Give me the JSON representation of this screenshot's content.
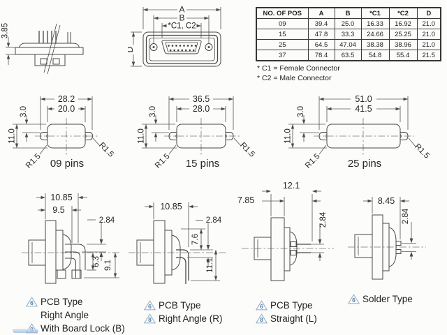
{
  "page": {
    "bg": "#fcfcfb",
    "line_color": "#474747",
    "accent_blue": "#4d7fae"
  },
  "side_view": {
    "flange_thickness": "3.85"
  },
  "front_view": {
    "dim_a": "A",
    "dim_b": "B",
    "dim_c1c2": "*C1, C2",
    "dim_d": "D"
  },
  "spec_table": {
    "headers": [
      "NO. OF POS",
      "A",
      "B",
      "*C1",
      "*C2",
      "D"
    ],
    "rows": [
      [
        "09",
        "39.4",
        "25.0",
        "16.33",
        "16.92",
        "21.0"
      ],
      [
        "15",
        "47.8",
        "33.3",
        "24.66",
        "25.25",
        "21.0"
      ],
      [
        "25",
        "64.5",
        "47.04",
        "38.38",
        "38.96",
        "21.0"
      ],
      [
        "37",
        "78.4",
        "63.5",
        "54.8",
        "55.4",
        "21.5"
      ]
    ],
    "notes": [
      "* C1 = Female Connector",
      "* C2 = Male Connector"
    ]
  },
  "gaskets": [
    {
      "label": "09 pins",
      "outer_width": "28.2",
      "inner_width": "20.0",
      "top_offset": "3.0",
      "height": "11.0",
      "radius_left": "R1.5",
      "radius_right": "R1.5"
    },
    {
      "label": "15 pins",
      "outer_width": "36.5",
      "inner_width": "28.0",
      "top_offset": "3.0",
      "height": "11.0",
      "radius_left": "R1.5",
      "radius_right": "R1.5"
    },
    {
      "label": "25 pins",
      "outer_width": "51.0",
      "inner_width": "41.5",
      "top_offset": "3.0",
      "height": "11.0",
      "radius_left": "R1.5",
      "radius_right": "R1.5"
    }
  ],
  "mounts": [
    {
      "dim_depth": "10.85",
      "dim_depth2": "9.5",
      "dim_pitch": "2.84",
      "dim_pin1": "6.3",
      "dim_pin2": "9.1",
      "labels": [
        {
          "marker": "6",
          "text": "PCB Type"
        },
        {
          "marker": "",
          "text": "Right Angle"
        },
        {
          "marker": "8",
          "text": "With Board Lock (B)"
        }
      ]
    },
    {
      "dim_depth": "10.85",
      "dim_pitch": "2.84",
      "dim_pin1": "7.6",
      "dim_pin2": "11.1",
      "labels": [
        {
          "marker": "6",
          "text": "PCB Type"
        },
        {
          "marker": "8",
          "text": "Right Angle (R)"
        }
      ]
    },
    {
      "dim_depth": "12.1",
      "dim_depth2": "7.85",
      "dim_pitch": "2.84",
      "labels": [
        {
          "marker": "6",
          "text": "PCB Type"
        },
        {
          "marker": "8",
          "text": "Straight (L)"
        }
      ]
    },
    {
      "dim_depth": "8.45",
      "dim_pitch": "2.84",
      "labels": [
        {
          "marker": "6",
          "text": "Solder Type"
        }
      ]
    }
  ]
}
